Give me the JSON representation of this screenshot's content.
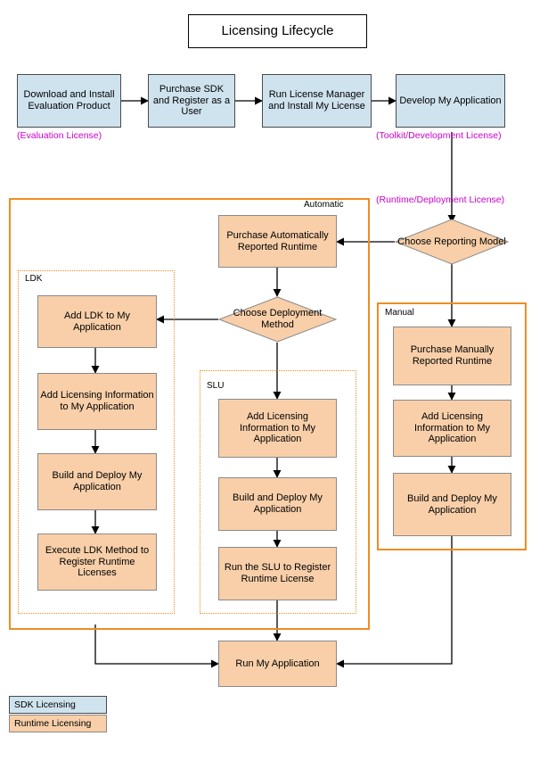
{
  "diagram": {
    "title": "Licensing Lifecycle",
    "sdk_nodes": [
      {
        "id": "download",
        "label": "Download and Install Evaluation Product"
      },
      {
        "id": "purchase-sdk",
        "label": "Purchase SDK and Register as a User"
      },
      {
        "id": "run-license-manager",
        "label": "Run License Manager and Install My License"
      },
      {
        "id": "develop-app",
        "label": "Develop My Application"
      }
    ],
    "license_labels": [
      {
        "id": "evaluation",
        "text": "(Evaluation License)"
      },
      {
        "id": "toolkit",
        "text": "(Toolkit/Development License)"
      },
      {
        "id": "runtime",
        "text": "(Runtime/Deployment License)"
      }
    ],
    "group_labels": [
      {
        "id": "automatic",
        "text": "Automatic"
      },
      {
        "id": "manual",
        "text": "Manual"
      },
      {
        "id": "ldk",
        "text": "LDK"
      },
      {
        "id": "slu",
        "text": "SLU"
      }
    ],
    "decisions": [
      {
        "id": "choose-reporting-model",
        "label": "Choose Reporting Model"
      },
      {
        "id": "choose-deployment-method",
        "label": "Choose Deployment Method"
      }
    ],
    "runtime_nodes": [
      {
        "id": "purchase-auto",
        "label": "Purchase Automatically Reported Runtime"
      },
      {
        "id": "purchase-manual",
        "label": "Purchase Manually Reported Runtime"
      },
      {
        "id": "ldk-add",
        "label": "Add LDK to My Application"
      },
      {
        "id": "ldk-info",
        "label": "Add Licensing Information to My Application"
      },
      {
        "id": "ldk-build",
        "label": "Build and Deploy My Application"
      },
      {
        "id": "ldk-execute",
        "label": "Execute LDK Method to Register Runtime Licenses"
      },
      {
        "id": "slu-info",
        "label": "Add Licensing Information to My Application"
      },
      {
        "id": "slu-build",
        "label": "Build and Deploy My Application"
      },
      {
        "id": "slu-run",
        "label": "Run the SLU to Register Runtime License"
      },
      {
        "id": "manual-info",
        "label": "Add Licensing Information to My Application"
      },
      {
        "id": "manual-build",
        "label": "Build and Deploy My Application"
      },
      {
        "id": "run-app",
        "label": "Run My Application"
      }
    ],
    "legend": [
      {
        "id": "sdk-licensing",
        "text": "SDK Licensing"
      },
      {
        "id": "runtime-licensing",
        "text": "Runtime Licensing"
      }
    ],
    "colors": {
      "sdk_fill": "#cfe3ef",
      "runtime_fill": "#f8cfa9",
      "group_border": "#ef8d22",
      "license_text": "#cc00cc",
      "line": "#000000"
    }
  }
}
